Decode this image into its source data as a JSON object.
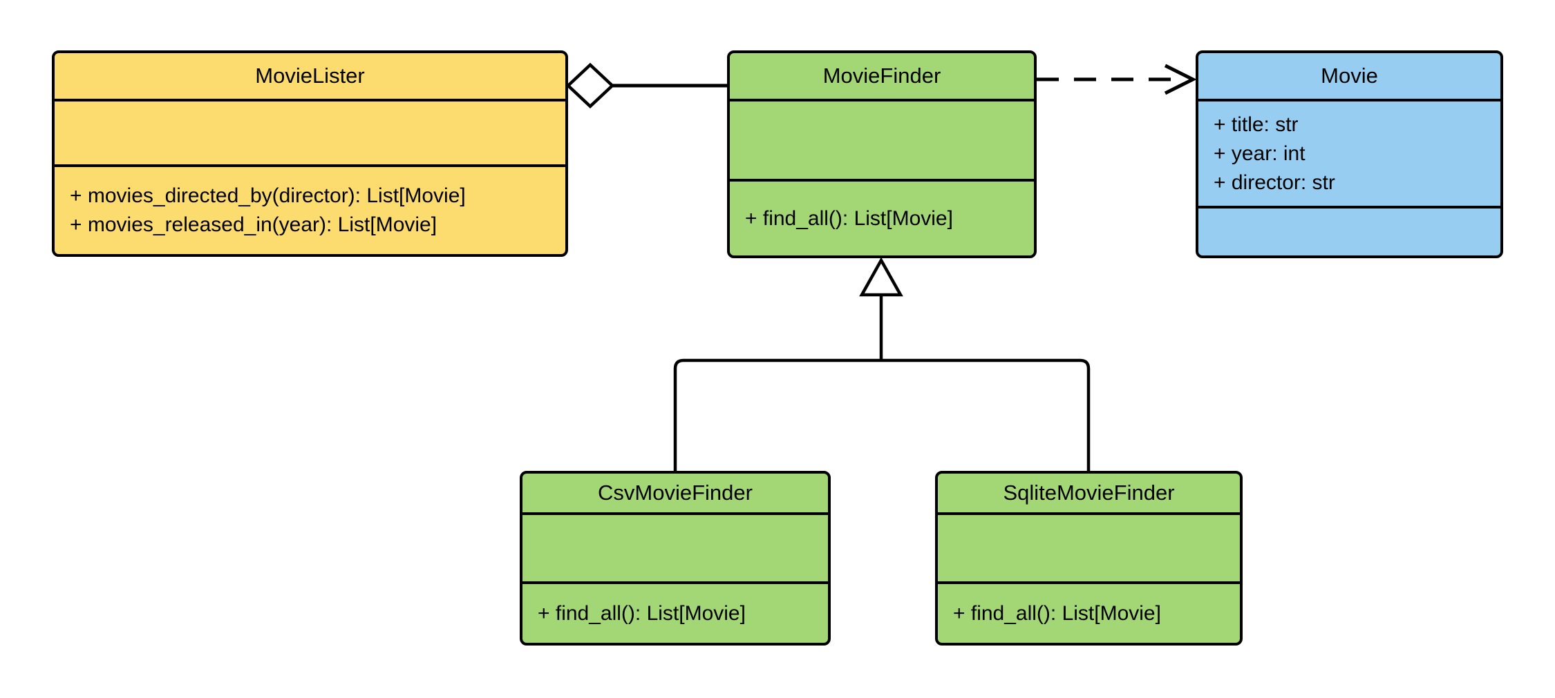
{
  "diagram": {
    "type": "uml-class-diagram",
    "colors": {
      "yellow": "#fcdc6e",
      "green": "#a3d775",
      "blue": "#97cdf0",
      "line": "#000000"
    },
    "classes": [
      {
        "name": "MovieLister",
        "fill": "#fcdc6e",
        "attributes": [],
        "methods": [
          "+ movies_directed_by(director): List[Movie]",
          "+ movies_released_in(year): List[Movie]"
        ]
      },
      {
        "name": "MovieFinder",
        "fill": "#a3d775",
        "attributes": [],
        "methods": [
          "+ find_all(): List[Movie]"
        ]
      },
      {
        "name": "Movie",
        "fill": "#97cdf0",
        "attributes": [
          "+ title: str",
          "+ year: int",
          "+ director: str"
        ],
        "methods": []
      },
      {
        "name": "CsvMovieFinder",
        "fill": "#a3d775",
        "attributes": [],
        "methods": [
          "+ find_all(): List[Movie]"
        ]
      },
      {
        "name": "SqliteMovieFinder",
        "fill": "#a3d775",
        "attributes": [],
        "methods": [
          "+ find_all(): List[Movie]"
        ]
      }
    ],
    "relationships": [
      {
        "type": "aggregation",
        "from": "MovieLister",
        "to": "MovieFinder"
      },
      {
        "type": "dependency",
        "from": "MovieFinder",
        "to": "Movie"
      },
      {
        "type": "inheritance",
        "from": "CsvMovieFinder",
        "to": "MovieFinder"
      },
      {
        "type": "inheritance",
        "from": "SqliteMovieFinder",
        "to": "MovieFinder"
      }
    ]
  }
}
